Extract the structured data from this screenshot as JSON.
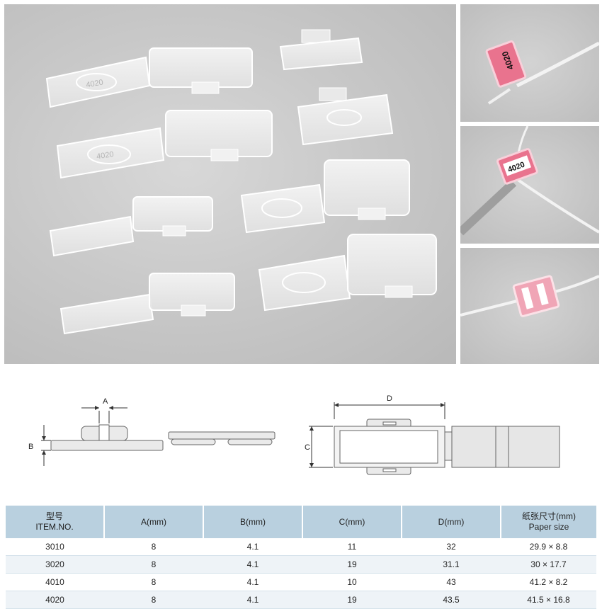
{
  "photos": {
    "main_label": "4020",
    "side1_label": "4020",
    "side2_label": "4020"
  },
  "drawing_left": {
    "label_a": "A",
    "label_b": "B"
  },
  "drawing_right": {
    "label_c": "C",
    "label_d": "D"
  },
  "table": {
    "headers": [
      {
        "zh": "型号",
        "en": "ITEM.NO."
      },
      {
        "zh": "",
        "en": "A(mm)"
      },
      {
        "zh": "",
        "en": "B(mm)"
      },
      {
        "zh": "",
        "en": "C(mm)"
      },
      {
        "zh": "",
        "en": "D(mm)"
      },
      {
        "zh": "纸张尺寸(mm)",
        "en": "Paper size"
      }
    ],
    "rows": [
      [
        "3010",
        "8",
        "4.1",
        "11",
        "32",
        "29.9 × 8.8"
      ],
      [
        "3020",
        "8",
        "4.1",
        "19",
        "31.1",
        "30 × 17.7"
      ],
      [
        "4010",
        "8",
        "4.1",
        "10",
        "43",
        "41.2 × 8.2"
      ],
      [
        "4020",
        "8",
        "4.1",
        "19",
        "43.5",
        "41.5 × 16.8"
      ]
    ]
  },
  "colors": {
    "header_bg": "#b9d0df",
    "row_alt": "#eef3f7",
    "label_pink": "#e9738e"
  }
}
